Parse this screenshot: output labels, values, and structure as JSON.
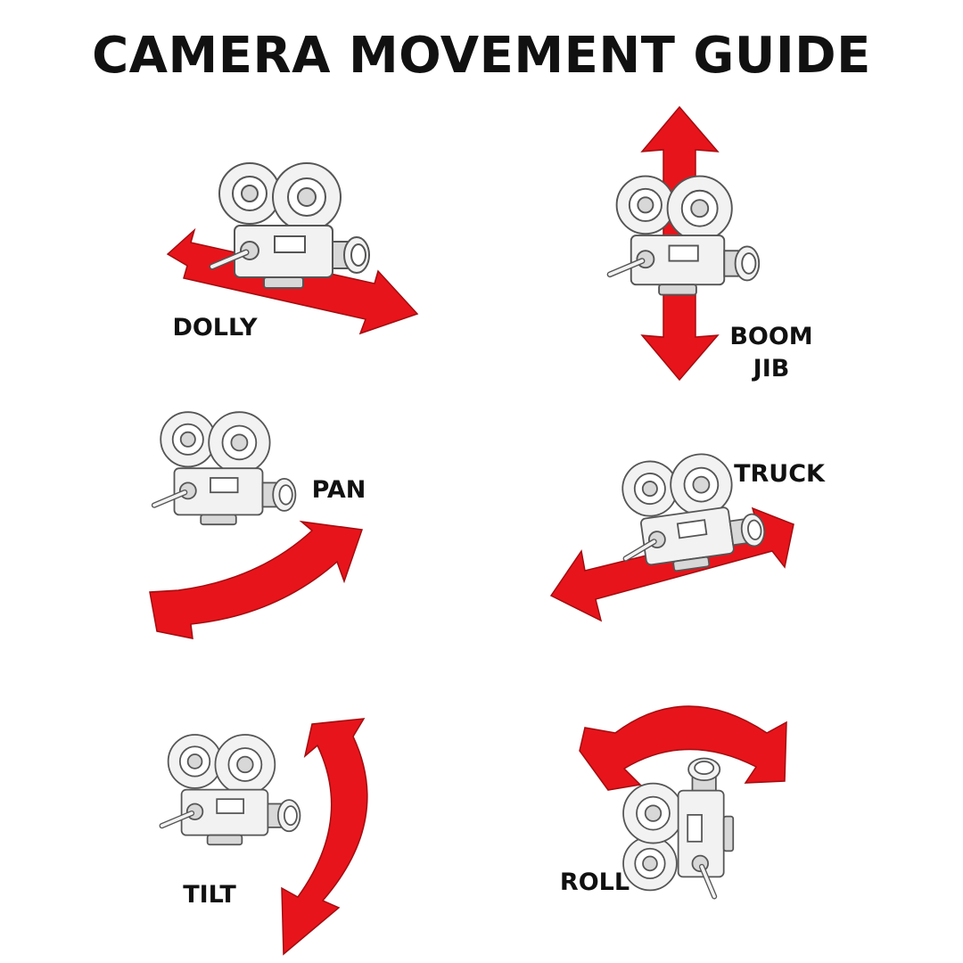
{
  "title": "CAMERA MOVEMENT GUIDE",
  "colors": {
    "arrow": "#e8141b",
    "arrow_dark": "#a30d10",
    "text": "#111111",
    "camera_stroke": "#555555"
  },
  "movements": [
    {
      "label": "DOLLY",
      "icon": "horizontal-double-arrow-icon"
    },
    {
      "label": "BOOM",
      "label_line2": "JIB",
      "icon": "vertical-double-arrow-icon"
    },
    {
      "label": "PAN",
      "icon": "curved-arrow-icon"
    },
    {
      "label": "TRUCK",
      "icon": "horizontal-double-arrow-icon"
    },
    {
      "label": "TILT",
      "icon": "curved-vertical-arrow-icon"
    },
    {
      "label": "ROLL",
      "icon": "curved-arch-arrow-icon"
    }
  ]
}
